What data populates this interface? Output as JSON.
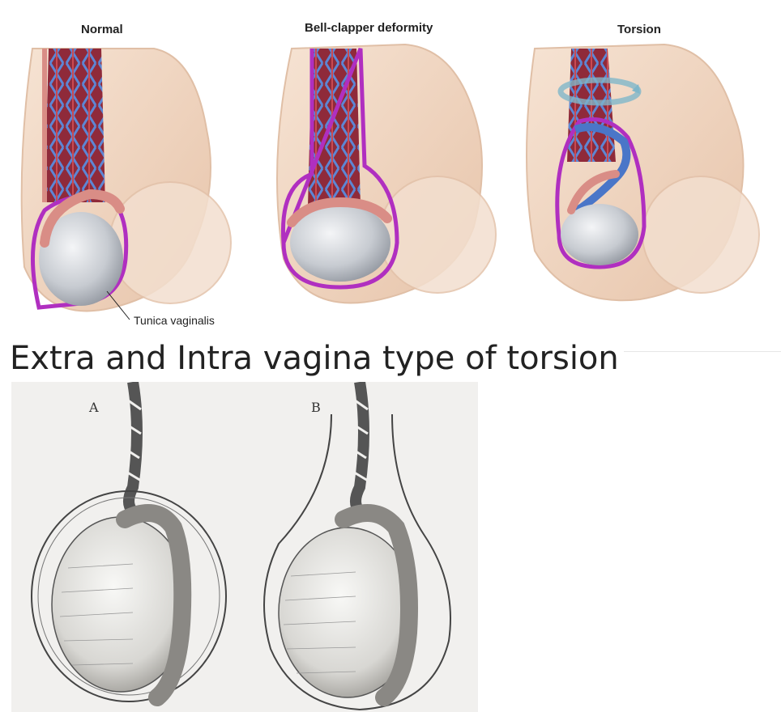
{
  "labels": {
    "normal": "Normal",
    "bell_clapper": "Bell-clapper deformity",
    "torsion": "Torsion",
    "tunica": "Tunica vaginalis"
  },
  "heading": "Extra and Intra vagina type of torsion",
  "sketch": {
    "letter_a": "A",
    "letter_b": "B"
  },
  "colors": {
    "skin": "#f1d9c6",
    "skin_shadow": "#e3bea4",
    "vein": "#4a76c8",
    "artery": "#b8323e",
    "epididymis": "#d98d86",
    "testis": "#c9cdd3",
    "tunica": "#b02fc0",
    "sketch_bg": "#f1f0ee"
  }
}
